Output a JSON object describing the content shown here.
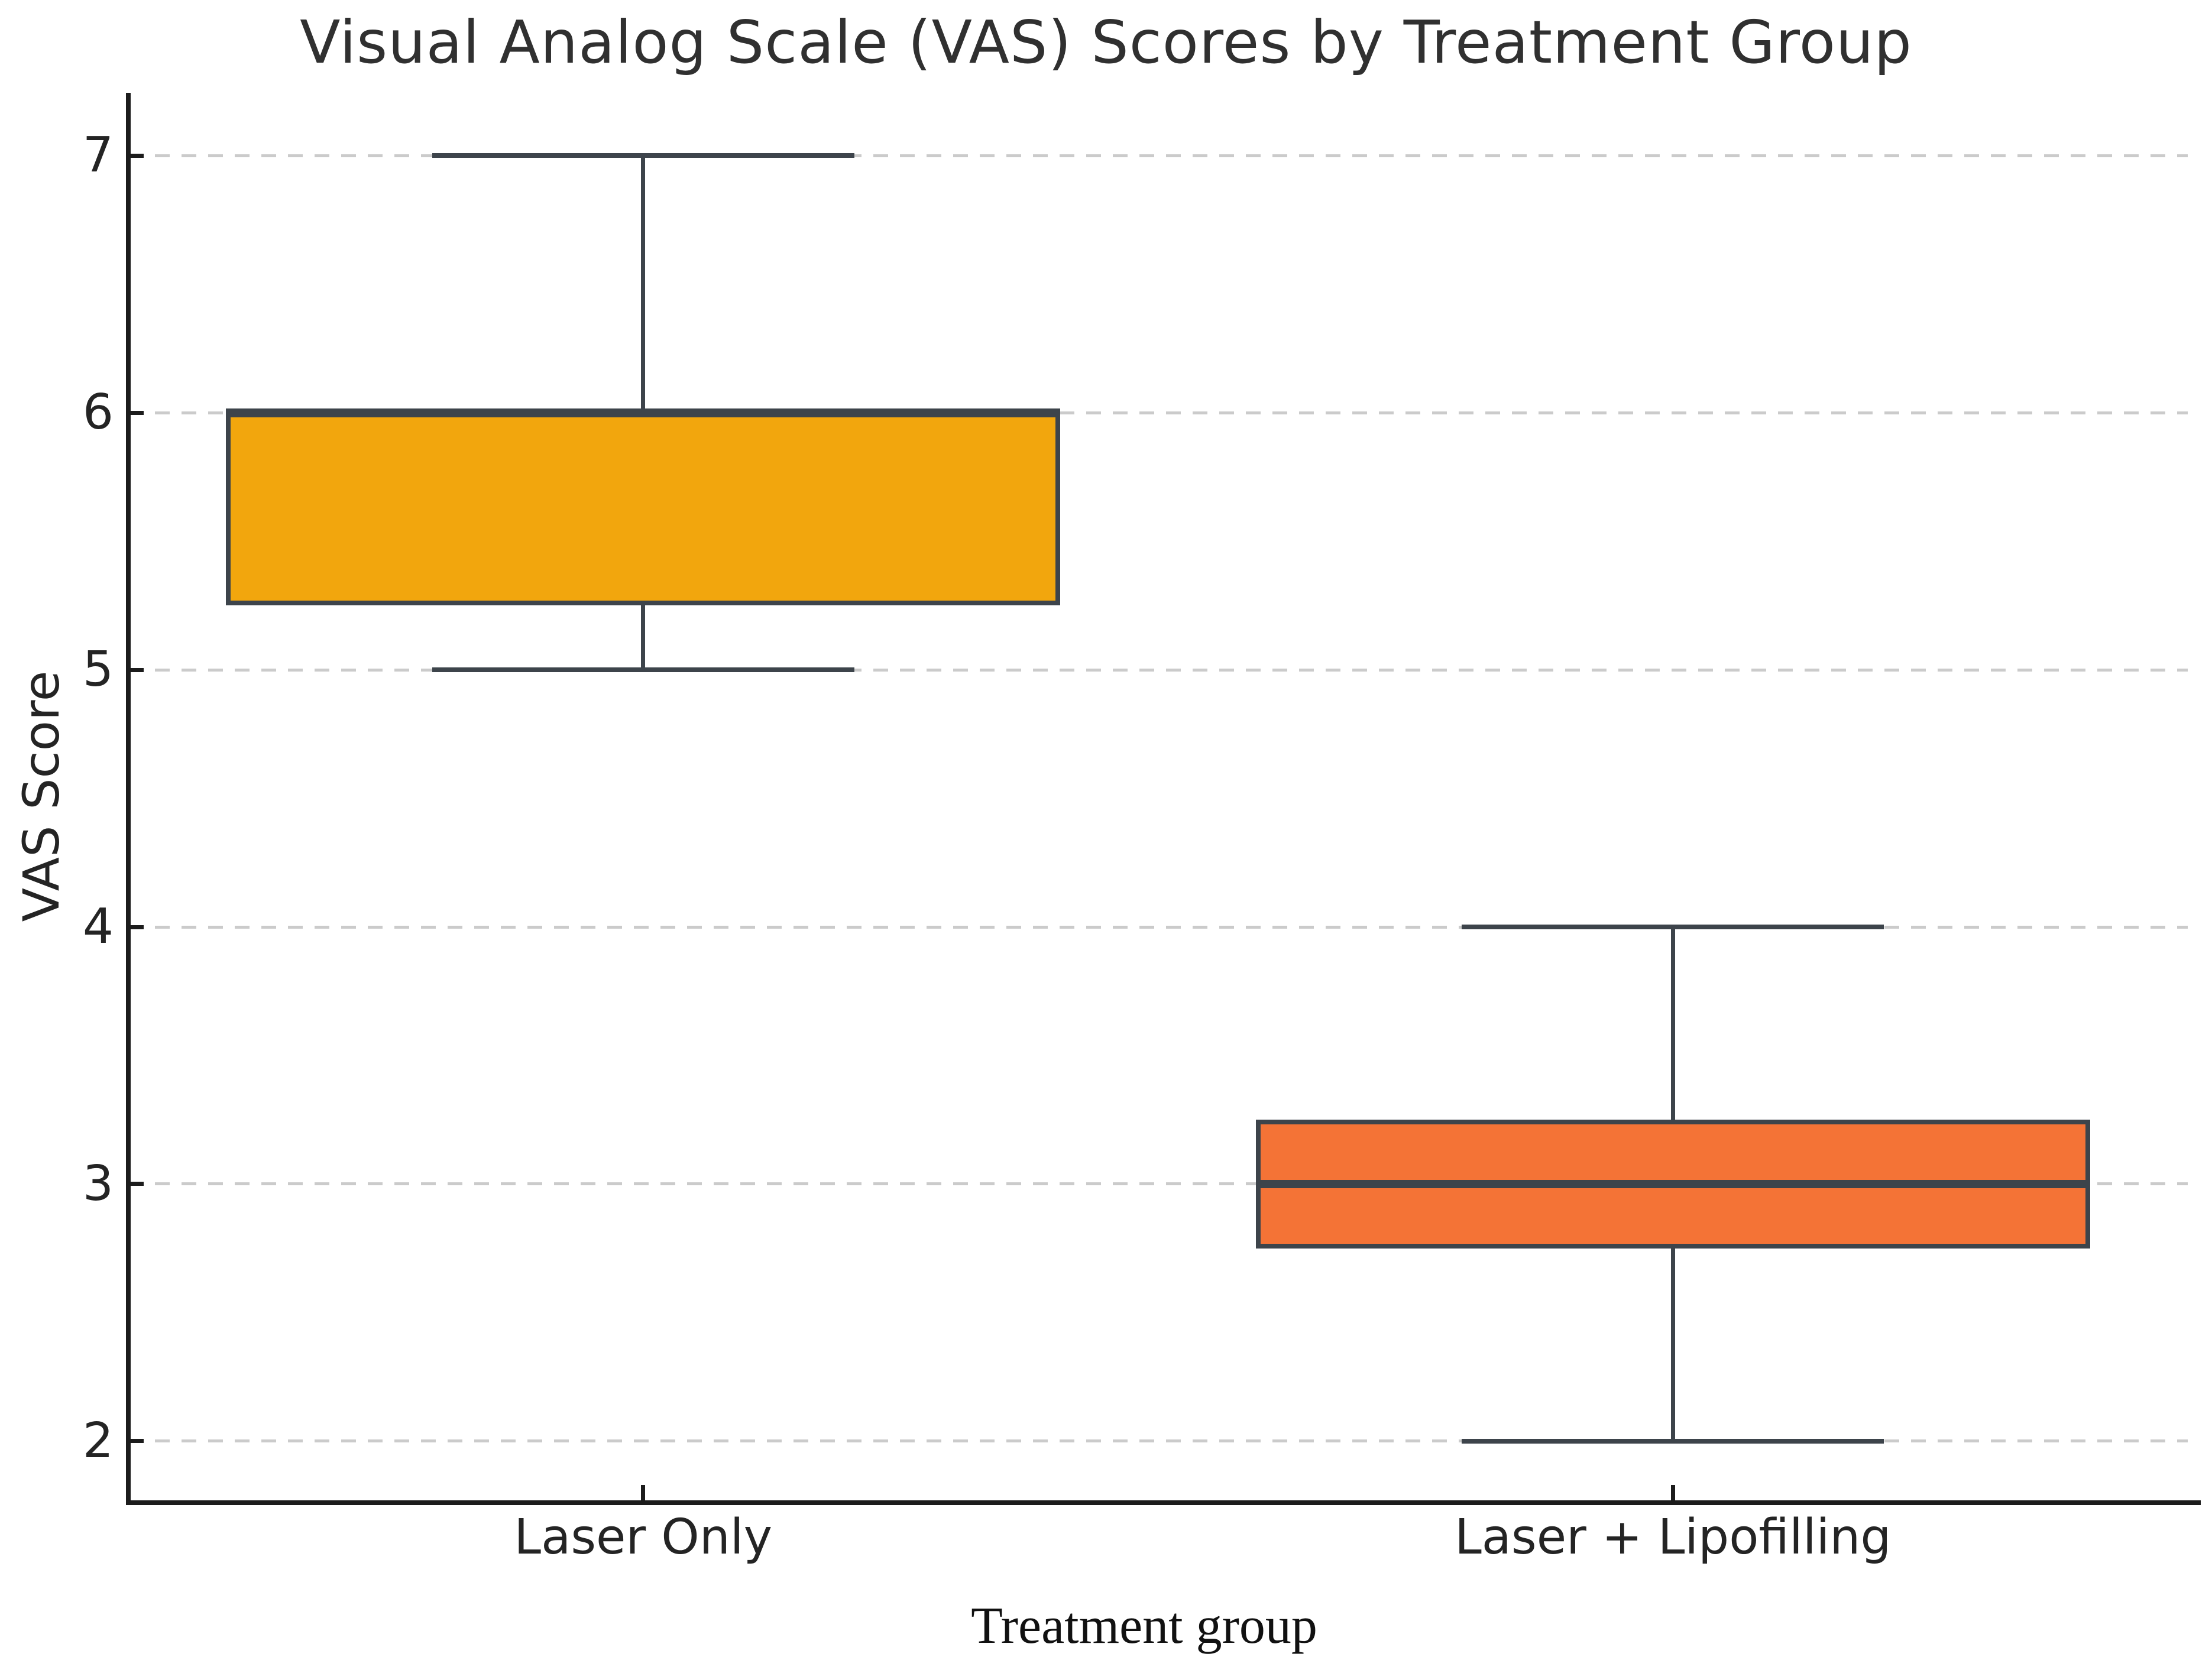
{
  "title": "Visual Analog Scale (VAS) Scores by Treatment Group",
  "chart_data": {
    "type": "boxplot",
    "title": "Visual Analog Scale (VAS) Scores by Treatment Group",
    "xlabel": "Treatment group",
    "ylabel": "VAS Score",
    "categories": [
      "Laser Only",
      "Laser + Lipofilling"
    ],
    "positions": [
      1,
      2
    ],
    "xlim": [
      0.5,
      2.5
    ],
    "ylim": [
      1.77,
      7.244
    ],
    "yticks": [
      2,
      3,
      4,
      5,
      6,
      7
    ],
    "grid": "horizontal dashed gridlines at each y tick",
    "legend": "none",
    "box_width": 0.81,
    "cap_width": 0.41,
    "series": [
      {
        "name": "Laser Only",
        "whisker_low": 5,
        "q1": 5.25,
        "median": 6,
        "q3": 6,
        "whisker_high": 7,
        "fill": "#f2a60d"
      },
      {
        "name": "Laser + Lipofilling",
        "whisker_low": 2,
        "q1": 2.75,
        "median": 3,
        "q3": 3.25,
        "whisker_high": 4,
        "fill": "#f47336"
      }
    ],
    "colors": {
      "box_edge": "#3d444b",
      "whisker": "#3d444b",
      "median": "#3d444b",
      "gridline": "#cbcbcb",
      "spine": "#1c1c1c",
      "title_text": "#303030",
      "tick_text": "#242424"
    }
  }
}
